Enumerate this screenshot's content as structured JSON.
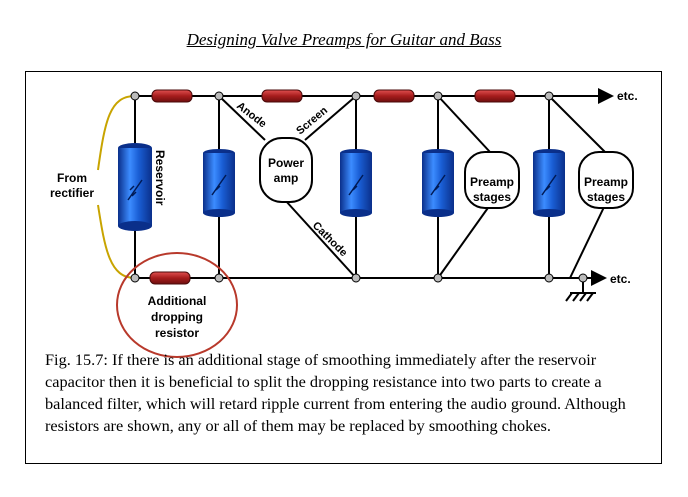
{
  "header": {
    "title": "Designing Valve Preamps for Guitar and Bass"
  },
  "labels": {
    "from_rectifier": [
      "From",
      "rectifier"
    ],
    "reservoir": "Reservoir",
    "anode": "Anode",
    "screen": "Screen",
    "cathode": "Cathode",
    "power_amp": [
      "Power",
      "amp"
    ],
    "preamp_stages": [
      "Preamp",
      "stages"
    ],
    "etc_top": "etc.",
    "etc_bottom": "etc.",
    "additional_resistor": [
      "Additional",
      "dropping",
      "resistor"
    ]
  },
  "caption": "Fig. 15.7: If there is an additional stage of smoothing immediately after the reservoir capacitor then it is beneficial to split the dropping resistance into two parts to create a balanced filter, which will retard ripple current from entering the audio ground. Although resistors are shown, any or all of them may be replaced by smoothing chokes.",
  "colors": {
    "capacitor": "#1a5fd6",
    "resistor": "#a61c1c",
    "highlight_circle": "#b8392b",
    "wire_lead": "#c8a400"
  }
}
